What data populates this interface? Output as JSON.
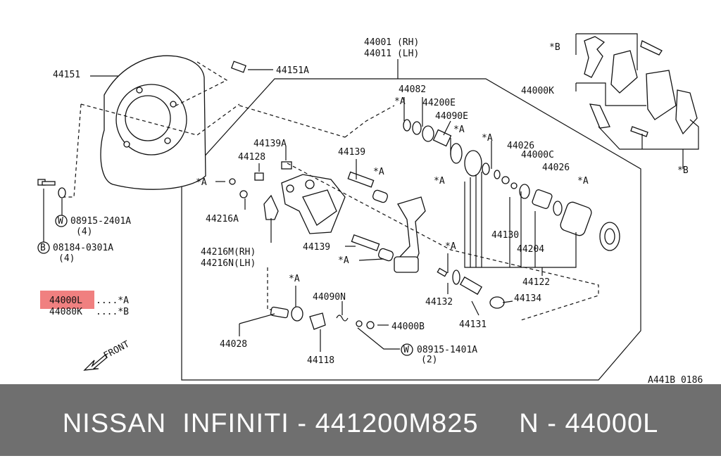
{
  "labels": {
    "caliper_rh": "44001 (RH)",
    "caliper_lh": "44011 (LH)",
    "plate": "44151",
    "plate_bolt": "44151A",
    "bolt_w": "08915-2401A",
    "bolt_w_qty": "(4)",
    "bolt_b": "08184-0301A",
    "bolt_b_qty": "(4)",
    "kit_l": "44000L",
    "kit_l_mark": "....*A",
    "kit_k_small": "44080K",
    "kit_k_small_mark": "....*B",
    "pad_kit": "44000K",
    "star_b_top": "*B",
    "star_b_bot": "*B",
    "p44082": "44082",
    "p44200e": "44200E",
    "p44090e": "44090E",
    "p44139a": "44139A",
    "p44128": "44128",
    "p44139_top": "44139",
    "p44026_top": "44026",
    "p44000c": "44000C",
    "p44026_bot": "44026",
    "p44216a": "44216A",
    "p44216m": "44216M(RH)",
    "p44216n": "44216N(LH)",
    "p44139_bot": "44139",
    "p44130": "44130",
    "p44204": "44204",
    "p44122": "44122",
    "p44132": "44132",
    "p44134": "44134",
    "p44131": "44131",
    "p44090n": "44090N",
    "p44000b": "44000B",
    "p44028": "44028",
    "p44118": "44118",
    "bolt_w2": "08915-1401A",
    "bolt_w2_qty": "(2)",
    "star_a": "*A",
    "front": "FRONT",
    "circle_w": "W",
    "circle_b": "B",
    "diagram_code": "A441B 0186"
  },
  "colors": {
    "highlight": "#f08080",
    "footer_bg": "#6f6f6f",
    "footer_text": "#ffffff"
  },
  "footer": {
    "text": "NISSAN  INFINITI - 441200M825     N - 44000L"
  }
}
